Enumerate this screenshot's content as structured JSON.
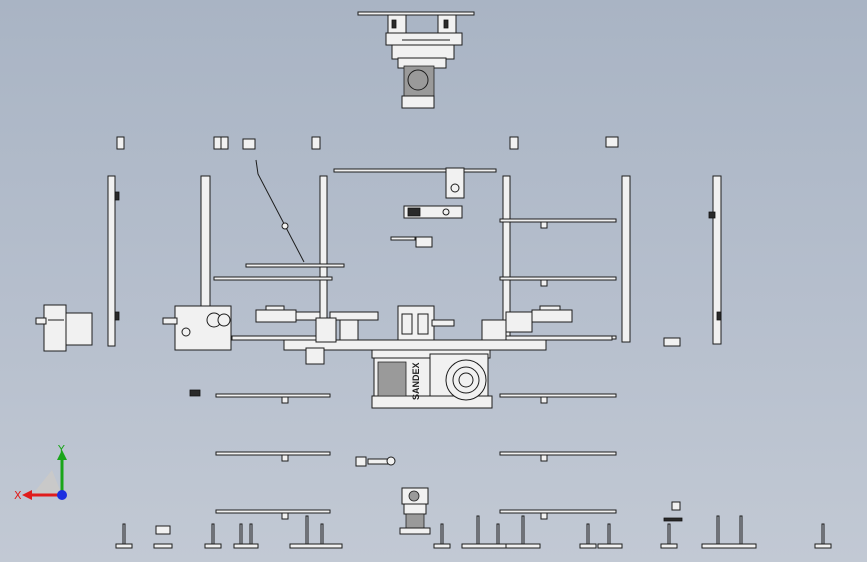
{
  "view": {
    "brand_text": "SANDEX",
    "colors": {
      "background_top": "#a9b4c4",
      "background_bottom": "#c2c9d4",
      "part_fill": "#f1f1f1",
      "part_stroke": "#1d1d1d",
      "axis_x": "#e01c1c",
      "axis_y": "#1aa51a",
      "axis_z": "#1c2fe0"
    }
  },
  "triad": {
    "x_label": "X",
    "y_label": "Y"
  }
}
